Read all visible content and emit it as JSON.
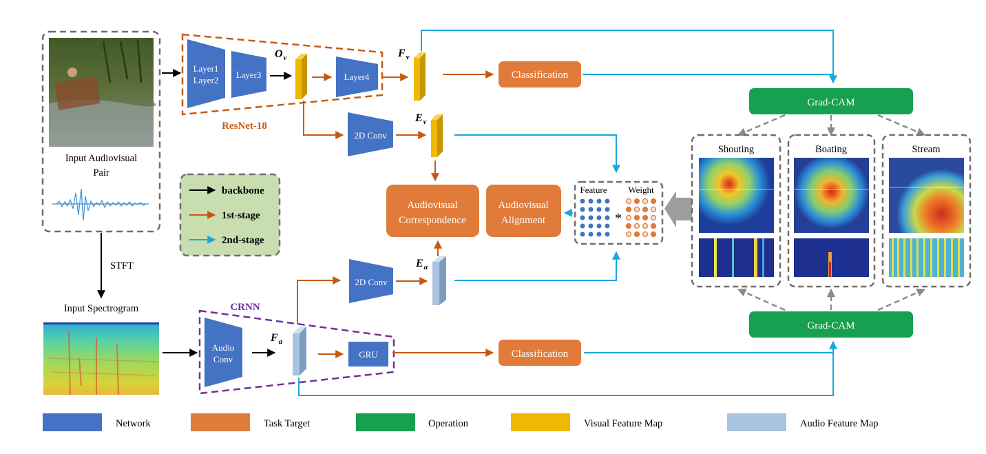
{
  "input": {
    "pair_caption_line1": "Input Audiovisual",
    "pair_caption_line2": "Pair",
    "stft": "STFT",
    "spectrogram_caption": "Input Spectrogram"
  },
  "visual_branch": {
    "layer12_line1": "Layer1",
    "layer12_line2": "Layer2",
    "layer3": "Layer3",
    "layer4": "Layer4",
    "resnet": "ResNet-18",
    "ov": "O",
    "ov_sub": "v",
    "fv": "F",
    "fv_sub": "v",
    "ev": "E",
    "ev_sub": "v",
    "conv2d": "2D Conv"
  },
  "audio_branch": {
    "crnn": "CRNN",
    "audio_conv_line1": "Audio",
    "audio_conv_line2": "Conv",
    "gru": "GRU",
    "fa": "F",
    "fa_sub": "a",
    "ea": "E",
    "ea_sub": "a",
    "conv2d": "2D Conv"
  },
  "tasks": {
    "classification_visual": "Classification",
    "classification_audio": "Classification",
    "correspondence_line1": "Audiovisual",
    "correspondence_line2": "Correspondence",
    "alignment_line1": "Audiovisual",
    "alignment_line2": "Alignment"
  },
  "operations": {
    "gradcam_top": "Grad-CAM",
    "gradcam_bottom": "Grad-CAM"
  },
  "feature_weight": {
    "feature": "Feature",
    "weight": "Weight",
    "operator": "*"
  },
  "cam_panels": [
    {
      "label": "Shouting"
    },
    {
      "label": "Boating"
    },
    {
      "label": "Stream"
    }
  ],
  "stage_legend": {
    "backbone": "backbone",
    "first": "1st-stage",
    "second": "2nd-stage"
  },
  "legend": {
    "network": "Network",
    "task_target": "Task Target",
    "operation": "Operation",
    "visual_feature_map": "Visual Feature Map",
    "audio_feature_map": "Audio Feature Map"
  },
  "colors": {
    "network": "#4472C4",
    "task": "#E07B39",
    "operation": "#17A050",
    "visual_feature": "#F0B800",
    "audio_feature": "#A9C4E0",
    "first_stage_arrow": "#C55A11",
    "second_stage_arrow": "#1BA6E0",
    "backbone_arrow": "#000000",
    "resnet_frame": "#C55A11",
    "crnn_frame": "#7030A0",
    "stage_legend_fill": "#C8DDB0"
  }
}
